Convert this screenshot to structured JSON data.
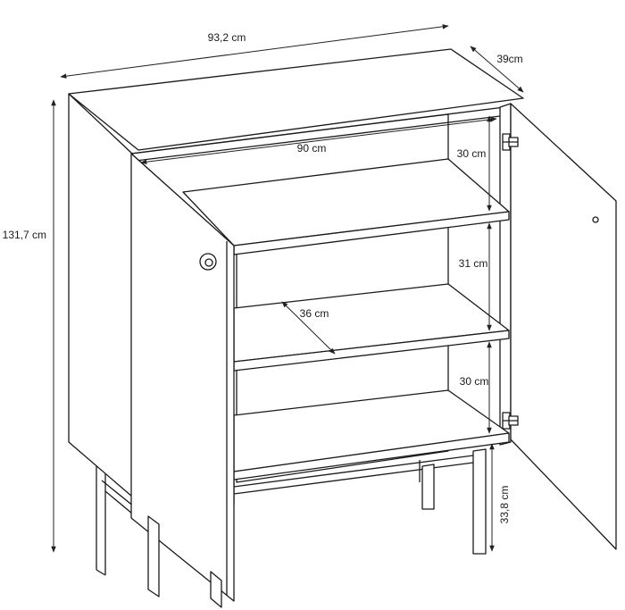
{
  "dimensions": {
    "width_total": "93,2 cm",
    "depth": "39cm",
    "height_total": "131,7 cm",
    "inner_width": "90 cm",
    "shelf_gap_top": "30 cm",
    "shelf_gap_middle": "31 cm",
    "shelf_gap_bottom": "30 cm",
    "shelf_depth": "36 cm",
    "leg_height": "33,8 cm"
  }
}
